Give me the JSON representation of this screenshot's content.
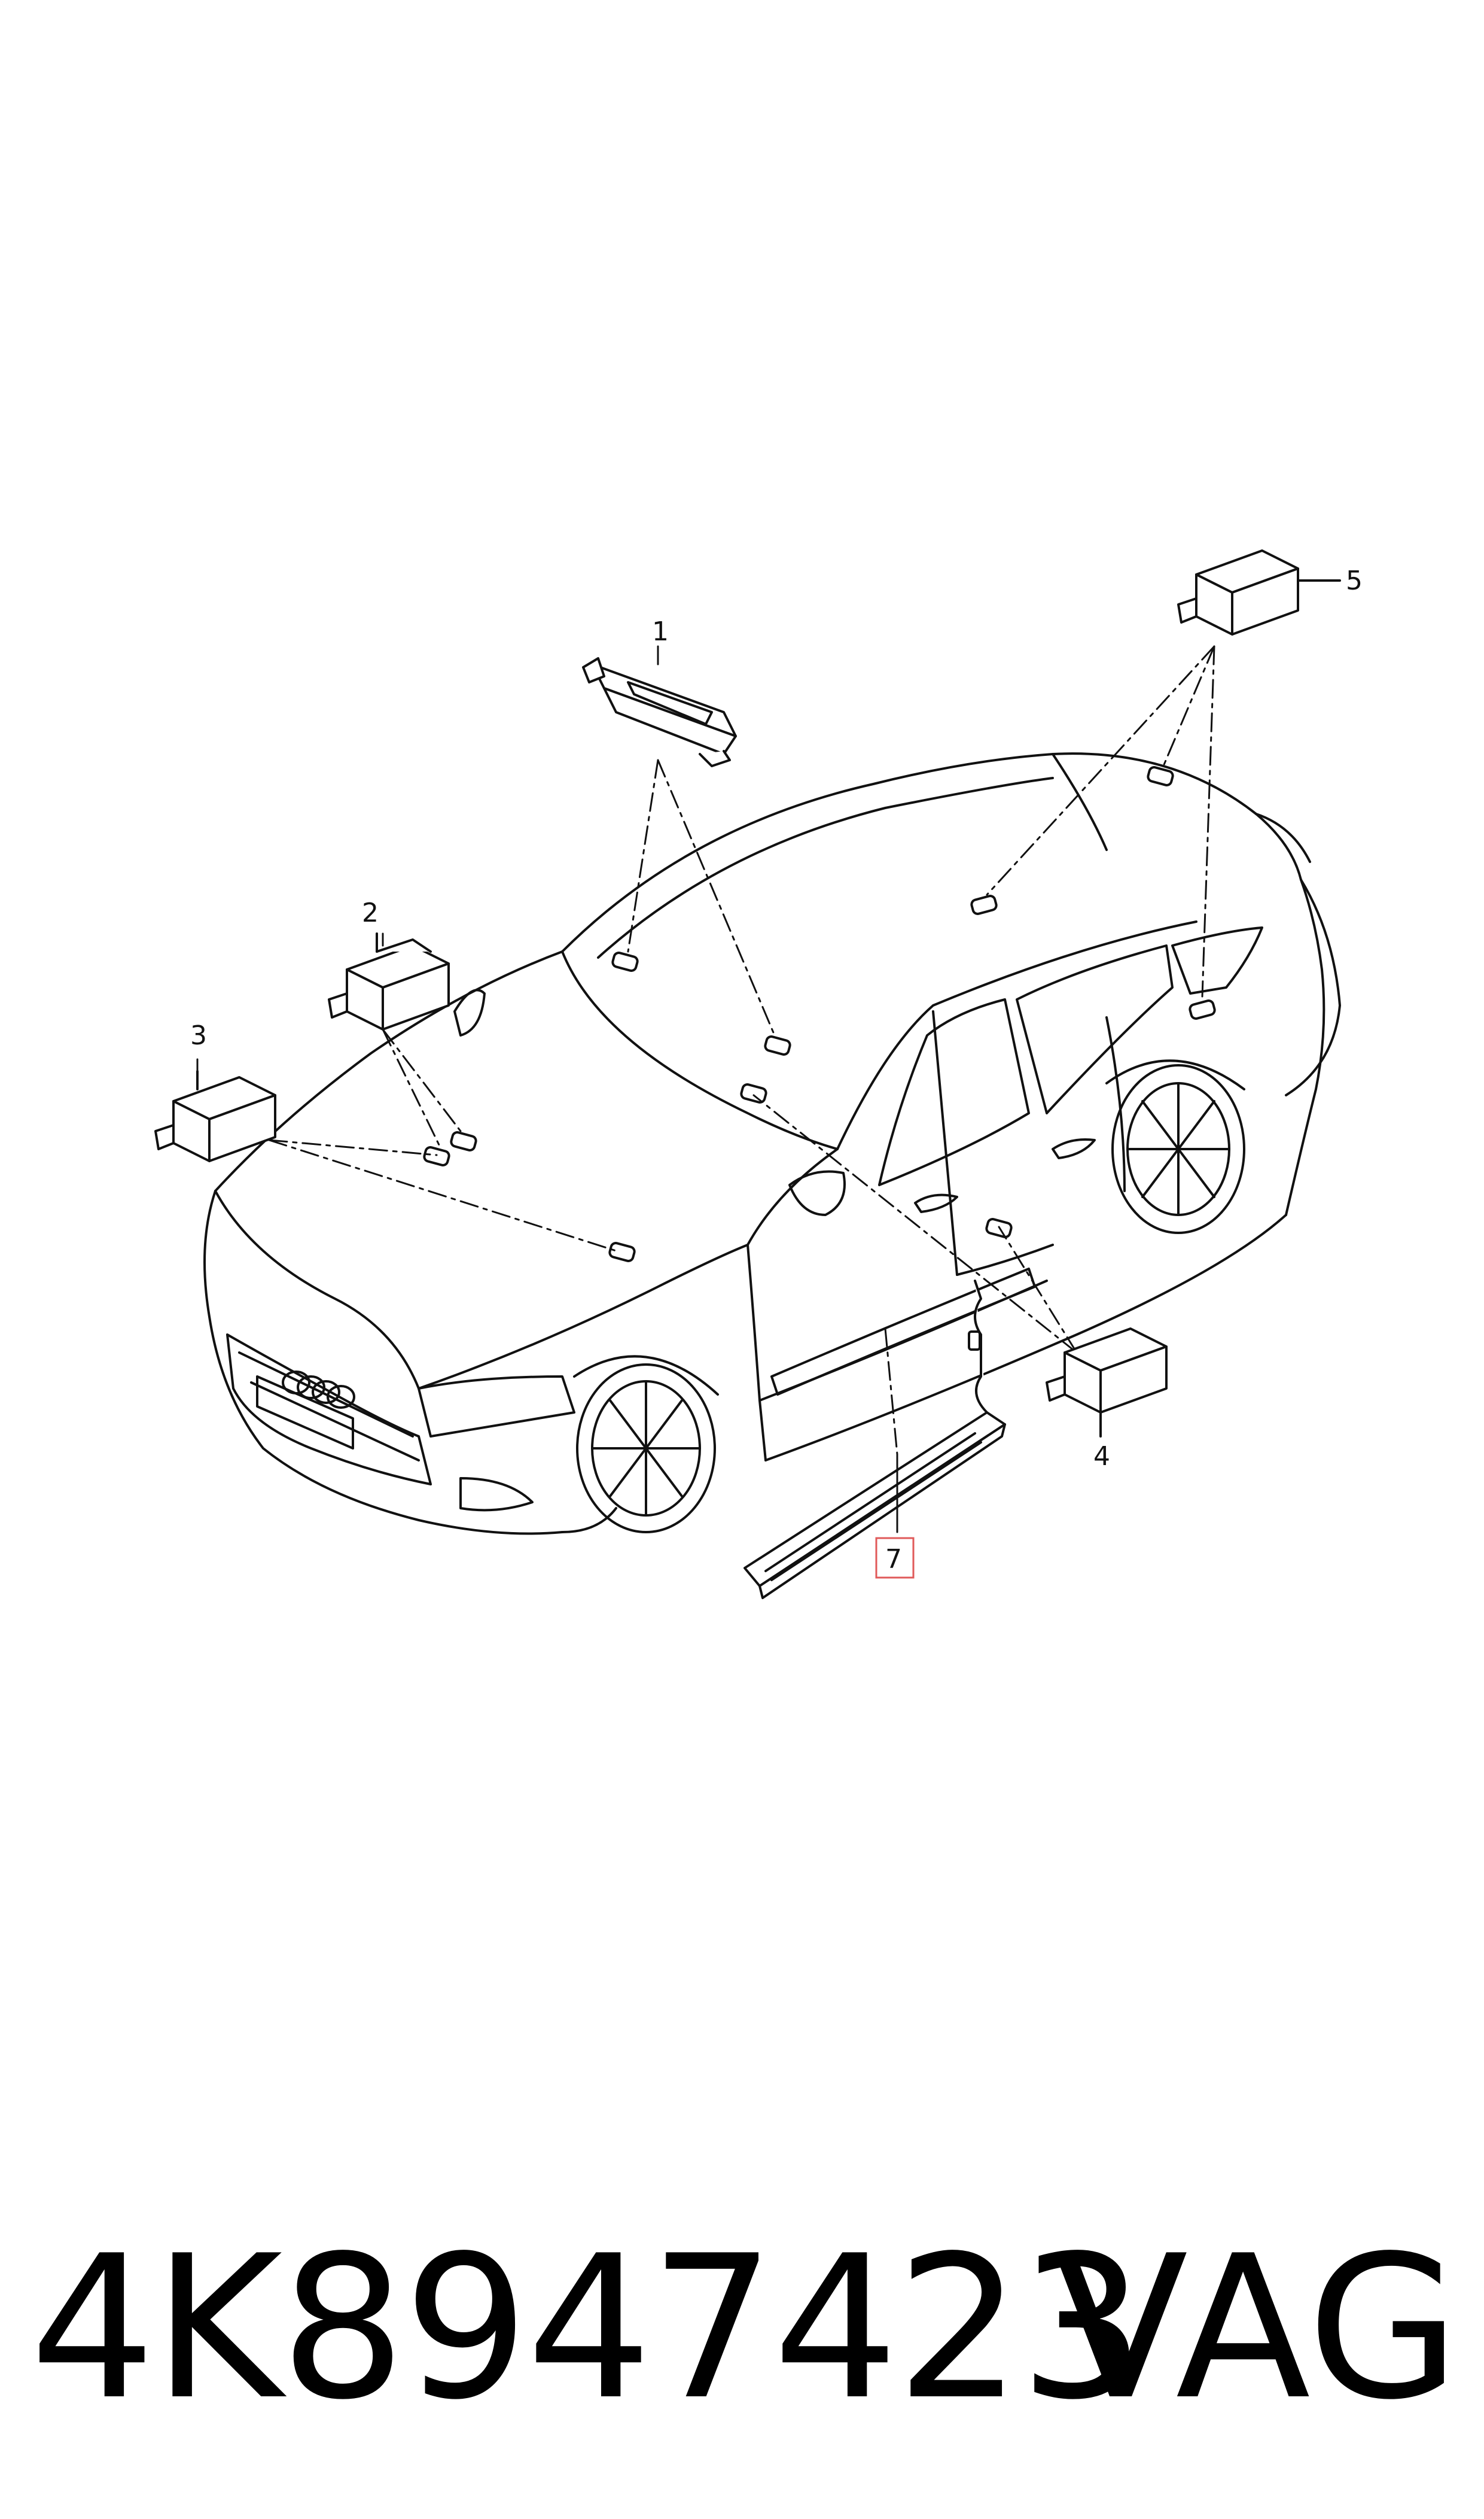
{
  "diagram": {
    "callouts": [
      "1",
      "2",
      "3",
      "4",
      "5",
      "7"
    ],
    "highlight_color": "#e05a5a"
  },
  "footer": {
    "part_number": "4K8947423",
    "brand": "VAG"
  }
}
